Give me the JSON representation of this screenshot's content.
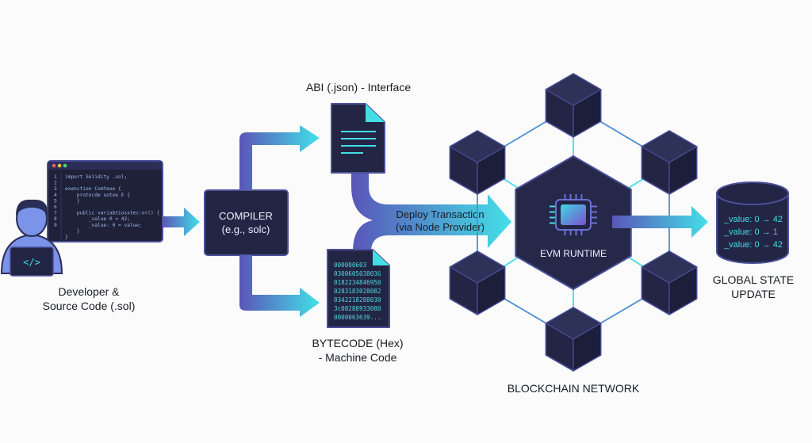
{
  "developer": {
    "label_line1": "Developer &",
    "label_line2": "Source Code (.sol)",
    "laptop_glyph": "</>"
  },
  "code_window": {
    "line_numbers": [
      "1",
      "2",
      "3",
      "4",
      "5",
      "6",
      "7",
      "8",
      "9"
    ],
    "lines": [
      "import Solidity .sol;",
      "",
      "exenction Comtexe {",
      "    protocde sotoe E {",
      "    }",
      "",
      "    public variabtiosxtec:or() {",
      "        _value 0 = 42;",
      "        _value: 0 = value;",
      "    }",
      "}"
    ]
  },
  "compiler": {
    "title": "COMPILER",
    "subtitle": "(e.g., solc)"
  },
  "abi": {
    "label": "ABI (.json) - Interface"
  },
  "bytecode": {
    "label_line1": "BYTECODE (Hex)",
    "label_line2": "- Machine Code",
    "hex_lines": [
      "000000603",
      "0300605038036",
      "0182234846950",
      "0283183028082",
      "0342218288030",
      "3c08288933080",
      "0000063639..."
    ]
  },
  "deploy": {
    "line1": "Deploy Transaction",
    "line2": "(via Node Provider)"
  },
  "network": {
    "label": "BLOCKCHAIN NETWORK",
    "runtime_label": "EVM RUNTIME"
  },
  "state": {
    "label_line1": "GLOBAL STATE",
    "label_line2": "UPDATE",
    "entries": [
      {
        "prefix": "_value: 0 → ",
        "value": "42"
      },
      {
        "prefix": "_value: 0 → ",
        "value": "1"
      },
      {
        "prefix": "_value: 0 → ",
        "value": "42"
      }
    ]
  },
  "colors": {
    "dark": "#232544",
    "border": "#4a4f9a",
    "cyan": "#43dde6",
    "purple": "#6a5acd",
    "highlight_purple": "#b08ce0"
  }
}
